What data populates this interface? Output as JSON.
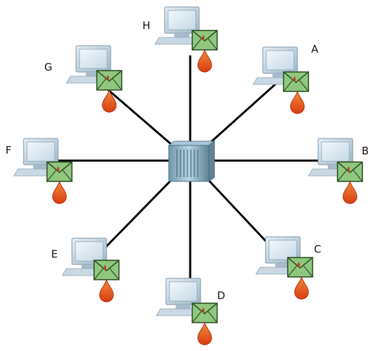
{
  "diagram": {
    "hub": {
      "name": "hub"
    },
    "nodes": [
      {
        "id": "A",
        "label": "A"
      },
      {
        "id": "B",
        "label": "B"
      },
      {
        "id": "C",
        "label": "C"
      },
      {
        "id": "D",
        "label": "D"
      },
      {
        "id": "E",
        "label": "E"
      },
      {
        "id": "F",
        "label": "F"
      },
      {
        "id": "G",
        "label": "G"
      },
      {
        "id": "H",
        "label": "H"
      }
    ],
    "colors": {
      "link": "#000000",
      "monitor_frame": "#b9cad6",
      "screen": "#dbe8f1",
      "envelope": "#8fc77f",
      "drop": "#e8501c",
      "hub_body": "#8fb5c9"
    },
    "icons": [
      "computer-icon",
      "envelope-icon",
      "drop-icon",
      "hub-icon"
    ]
  }
}
